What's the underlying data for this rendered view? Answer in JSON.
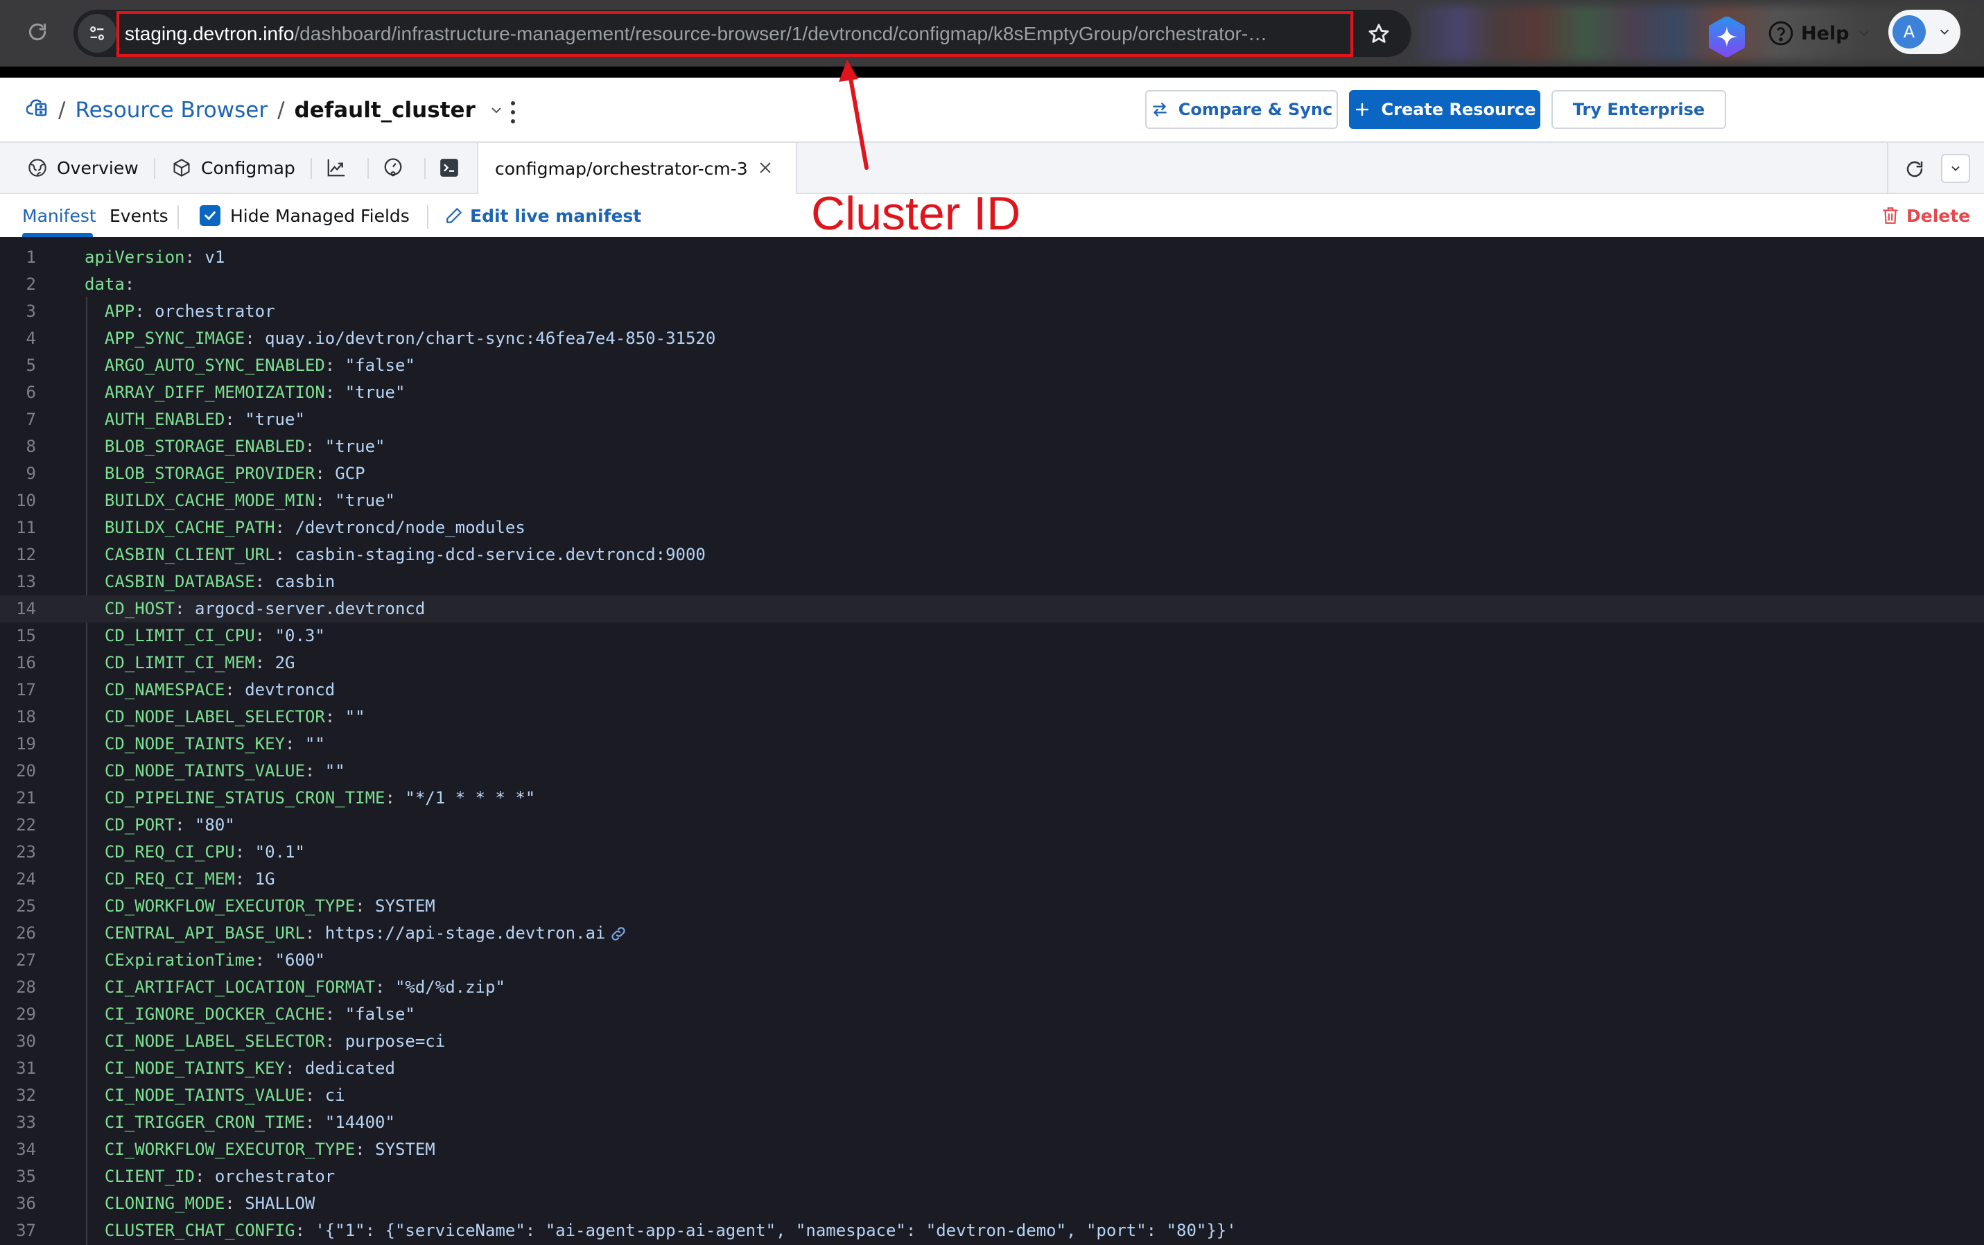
{
  "browser": {
    "url_host": "staging.devtron.info",
    "url_path": "/dashboard/infrastructure-management/resource-browser/1/devtroncd/configmap/k8sEmptyGroup/orchestrator-…"
  },
  "header": {
    "breadcrumb_root_icon": "cluster-icon",
    "breadcrumb_sep": "/",
    "breadcrumb_link": "Resource Browser",
    "breadcrumb_current": "default_cluster",
    "compare_sync_label": "Compare & Sync",
    "create_resource_label": "Create Resource",
    "try_enterprise_label": "Try Enterprise",
    "help_label": "Help",
    "avatar_initial": "A"
  },
  "tabs": {
    "overview_label": "Overview",
    "configmap_label": "Configmap",
    "active_tab_label": "configmap/orchestrator-cm-3"
  },
  "subbar": {
    "manifest_label": "Manifest",
    "events_label": "Events",
    "hide_managed_fields_label": "Hide Managed Fields",
    "hide_managed_fields_checked": true,
    "edit_live_manifest_label": "Edit live manifest",
    "delete_label": "Delete"
  },
  "annotation": {
    "label": "Cluster ID"
  },
  "colors": {
    "brand_blue": "#0b66c3",
    "link_blue": "#1e64b4",
    "danger_red": "#e5484d",
    "annotation_red": "#e0151c",
    "editor_bg": "#1b1b23",
    "yaml_key": "#7ee093",
    "yaml_value": "#b6d4f5"
  },
  "editor": {
    "highlighted_line": 14,
    "lines": [
      {
        "n": "1",
        "indent": "",
        "key": "apiVersion",
        "value": "v1"
      },
      {
        "n": "2",
        "indent": "",
        "key": "data",
        "value": ""
      },
      {
        "n": "3",
        "indent": "  ",
        "key": "APP",
        "value": "orchestrator"
      },
      {
        "n": "4",
        "indent": "  ",
        "key": "APP_SYNC_IMAGE",
        "value": "quay.io/devtron/chart-sync:46fea7e4-850-31520"
      },
      {
        "n": "5",
        "indent": "  ",
        "key": "ARGO_AUTO_SYNC_ENABLED",
        "value": "\"false\""
      },
      {
        "n": "6",
        "indent": "  ",
        "key": "ARRAY_DIFF_MEMOIZATION",
        "value": "\"true\""
      },
      {
        "n": "7",
        "indent": "  ",
        "key": "AUTH_ENABLED",
        "value": "\"true\""
      },
      {
        "n": "8",
        "indent": "  ",
        "key": "BLOB_STORAGE_ENABLED",
        "value": "\"true\""
      },
      {
        "n": "9",
        "indent": "  ",
        "key": "BLOB_STORAGE_PROVIDER",
        "value": "GCP"
      },
      {
        "n": "10",
        "indent": "  ",
        "key": "BUILDX_CACHE_MODE_MIN",
        "value": "\"true\""
      },
      {
        "n": "11",
        "indent": "  ",
        "key": "BUILDX_CACHE_PATH",
        "value": "/devtroncd/node_modules"
      },
      {
        "n": "12",
        "indent": "  ",
        "key": "CASBIN_CLIENT_URL",
        "value": "casbin-staging-dcd-service.devtroncd:9000"
      },
      {
        "n": "13",
        "indent": "  ",
        "key": "CASBIN_DATABASE",
        "value": "casbin"
      },
      {
        "n": "14",
        "indent": "  ",
        "key": "CD_HOST",
        "value": "argocd-server.devtroncd"
      },
      {
        "n": "15",
        "indent": "  ",
        "key": "CD_LIMIT_CI_CPU",
        "value": "\"0.3\""
      },
      {
        "n": "16",
        "indent": "  ",
        "key": "CD_LIMIT_CI_MEM",
        "value": "2G"
      },
      {
        "n": "17",
        "indent": "  ",
        "key": "CD_NAMESPACE",
        "value": "devtroncd"
      },
      {
        "n": "18",
        "indent": "  ",
        "key": "CD_NODE_LABEL_SELECTOR",
        "value": "\"\""
      },
      {
        "n": "19",
        "indent": "  ",
        "key": "CD_NODE_TAINTS_KEY",
        "value": "\"\""
      },
      {
        "n": "20",
        "indent": "  ",
        "key": "CD_NODE_TAINTS_VALUE",
        "value": "\"\""
      },
      {
        "n": "21",
        "indent": "  ",
        "key": "CD_PIPELINE_STATUS_CRON_TIME",
        "value": "\"*/1 * * * *\""
      },
      {
        "n": "22",
        "indent": "  ",
        "key": "CD_PORT",
        "value": "\"80\""
      },
      {
        "n": "23",
        "indent": "  ",
        "key": "CD_REQ_CI_CPU",
        "value": "\"0.1\""
      },
      {
        "n": "24",
        "indent": "  ",
        "key": "CD_REQ_CI_MEM",
        "value": "1G"
      },
      {
        "n": "25",
        "indent": "  ",
        "key": "CD_WORKFLOW_EXECUTOR_TYPE",
        "value": "SYSTEM"
      },
      {
        "n": "26",
        "indent": "  ",
        "key": "CENTRAL_API_BASE_URL",
        "value": "https://api-stage.devtron.ai",
        "link": true
      },
      {
        "n": "27",
        "indent": "  ",
        "key": "CExpirationTime",
        "value": "\"600\""
      },
      {
        "n": "28",
        "indent": "  ",
        "key": "CI_ARTIFACT_LOCATION_FORMAT",
        "value": "\"%d/%d.zip\""
      },
      {
        "n": "29",
        "indent": "  ",
        "key": "CI_IGNORE_DOCKER_CACHE",
        "value": "\"false\""
      },
      {
        "n": "30",
        "indent": "  ",
        "key": "CI_NODE_LABEL_SELECTOR",
        "value": "purpose=ci"
      },
      {
        "n": "31",
        "indent": "  ",
        "key": "CI_NODE_TAINTS_KEY",
        "value": "dedicated"
      },
      {
        "n": "32",
        "indent": "  ",
        "key": "CI_NODE_TAINTS_VALUE",
        "value": "ci"
      },
      {
        "n": "33",
        "indent": "  ",
        "key": "CI_TRIGGER_CRON_TIME",
        "value": "\"14400\""
      },
      {
        "n": "34",
        "indent": "  ",
        "key": "CI_WORKFLOW_EXECUTOR_TYPE",
        "value": "SYSTEM"
      },
      {
        "n": "35",
        "indent": "  ",
        "key": "CLIENT_ID",
        "value": "orchestrator"
      },
      {
        "n": "36",
        "indent": "  ",
        "key": "CLONING_MODE",
        "value": "SHALLOW"
      },
      {
        "n": "37",
        "indent": "  ",
        "key": "CLUSTER_CHAT_CONFIG",
        "value": "'{\"1\": {\"serviceName\": \"ai-agent-app-ai-agent\", \"namespace\": \"devtron-demo\", \"port\": \"80\"}}'"
      }
    ]
  }
}
